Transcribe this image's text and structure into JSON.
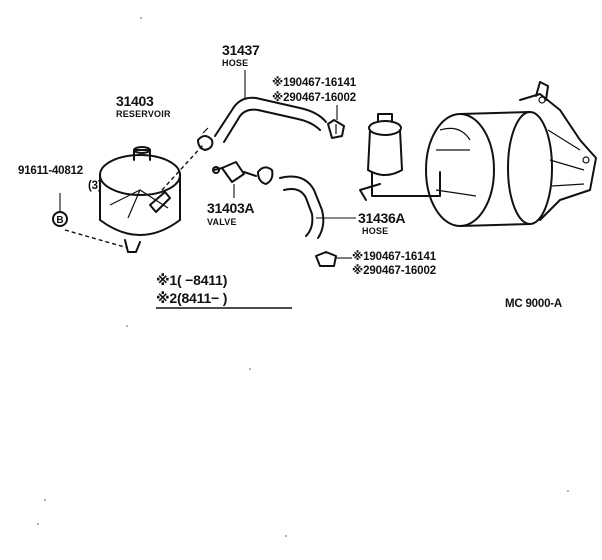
{
  "parts": {
    "hose_upper": {
      "number": "31437",
      "name": "HOSE"
    },
    "reservoir": {
      "number": "31403",
      "name": "RESERVOIR"
    },
    "bolt": {
      "number": "91611-40812",
      "qty": "(3)",
      "marker": "B"
    },
    "valve": {
      "number": "31403A",
      "name": "VALVE"
    },
    "hose_lower": {
      "number": "31436A",
      "name": "HOSE"
    }
  },
  "clamps_upper": [
    "※190467-16141",
    "※290467-16002"
  ],
  "clamps_lower": [
    "※190467-16141",
    "※290467-16002"
  ],
  "notes": {
    "note1": "※1(      −8411)",
    "note2": "※2(8411−        )"
  },
  "figure_code": "MC  9000-A"
}
